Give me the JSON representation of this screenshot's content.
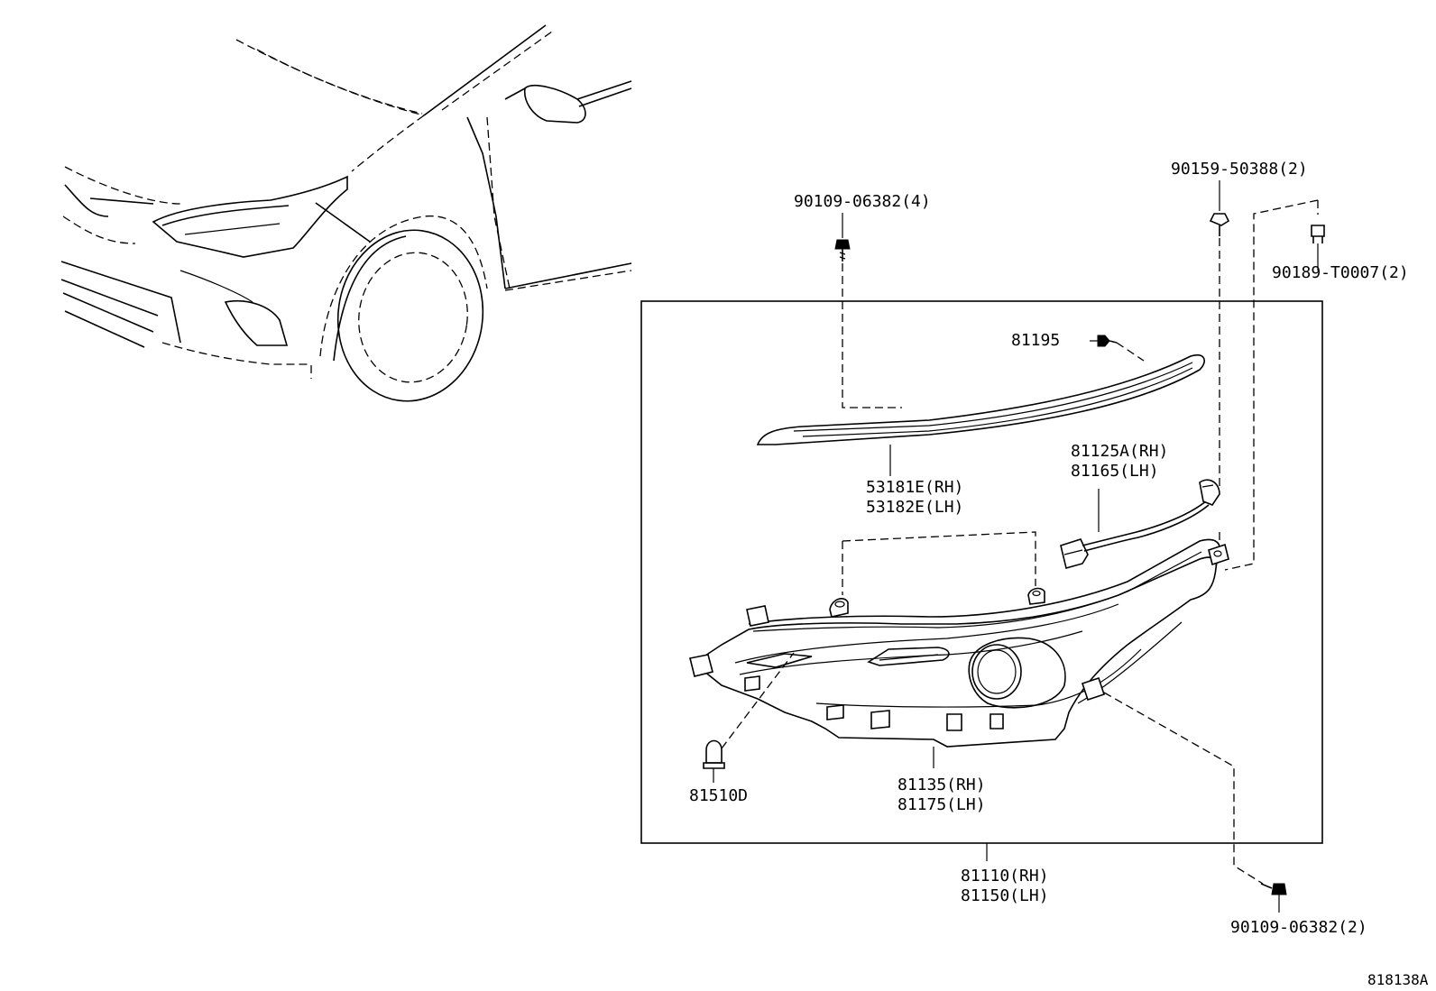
{
  "diagram_code": "818138A",
  "parts": {
    "bolt_top": "90109-06382(4)",
    "bolt_bottom": "90109-06382(2)",
    "clip_top_right": "90159-50388(2)",
    "grommet": "90189-T0007(2)",
    "screw": "81195",
    "cover_rh": "53181E(RH)",
    "cover_lh": "53182E(LH)",
    "wire_rh": "81125A(RH)",
    "wire_lh": "81165(LH)",
    "bulb": "81510D",
    "housing_rh": "81135(RH)",
    "housing_lh": "81175(LH)",
    "assy_rh": "81110(RH)",
    "assy_lh": "81150(LH)"
  }
}
